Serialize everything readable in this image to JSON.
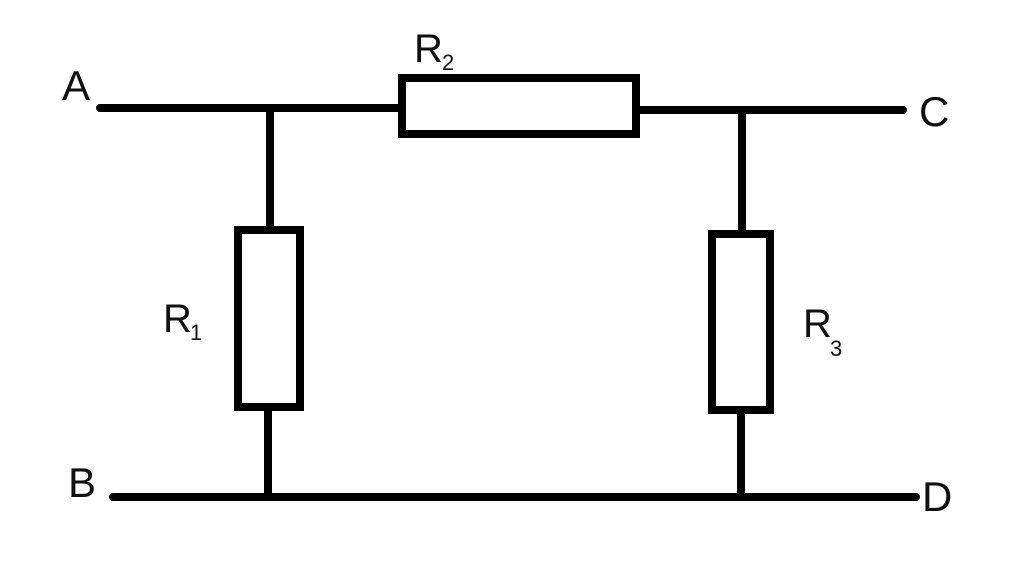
{
  "colors": {
    "background": "#ffffff",
    "stroke": "#000000",
    "text": "#111111"
  },
  "nodes": {
    "A": "A",
    "B": "B",
    "C": "C",
    "D": "D"
  },
  "resistors": {
    "r1": {
      "letter": "R",
      "subscript": "1"
    },
    "r2": {
      "letter": "R",
      "subscript": "2"
    },
    "r3": {
      "letter": "R",
      "subscript": "3"
    }
  }
}
